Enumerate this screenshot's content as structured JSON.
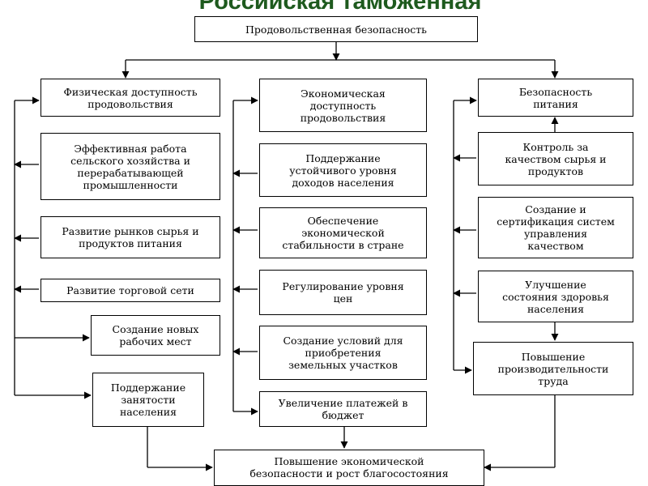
{
  "header": {
    "title": "Российская таможенная"
  },
  "diagram": {
    "top": "Продовольственная безопасность",
    "col_left": {
      "head": "Физическая доступность\nпродовольствия",
      "items": [
        "Эффективная работа\nсельского хозяйства и\nперерабатывающей\nпромышленности",
        "Развитие рынков сырья и\nпродуктов питания",
        "Развитие торговой сети",
        "Создание новых\nрабочих мест",
        "Поддержание\nзанятости\nнаселения"
      ]
    },
    "col_mid": {
      "head": "Экономическая\nдоступность\nпродовольствия",
      "items": [
        "Поддержание\nустойчивого уровня\nдоходов населения",
        "Обеспечение\nэкономической\nстабильности в стране",
        "Регулирование уровня\nцен",
        "Создание условий для\nприобретения\nземельных участков",
        "Увеличение платежей в\nбюджет"
      ]
    },
    "col_right": {
      "head": "Безопасность\nпитания",
      "items": [
        "Контроль за\nкачеством сырья и\nпродуктов",
        "Создание и\nсертификация систем\nуправления\nкачеством",
        "Улучшение\nсостояния здоровья\nнаселения",
        "Повышение\nпроизводительности\nтруда"
      ]
    },
    "bottom": "Повышение экономической\nбезопасности и рост благосостояния"
  }
}
